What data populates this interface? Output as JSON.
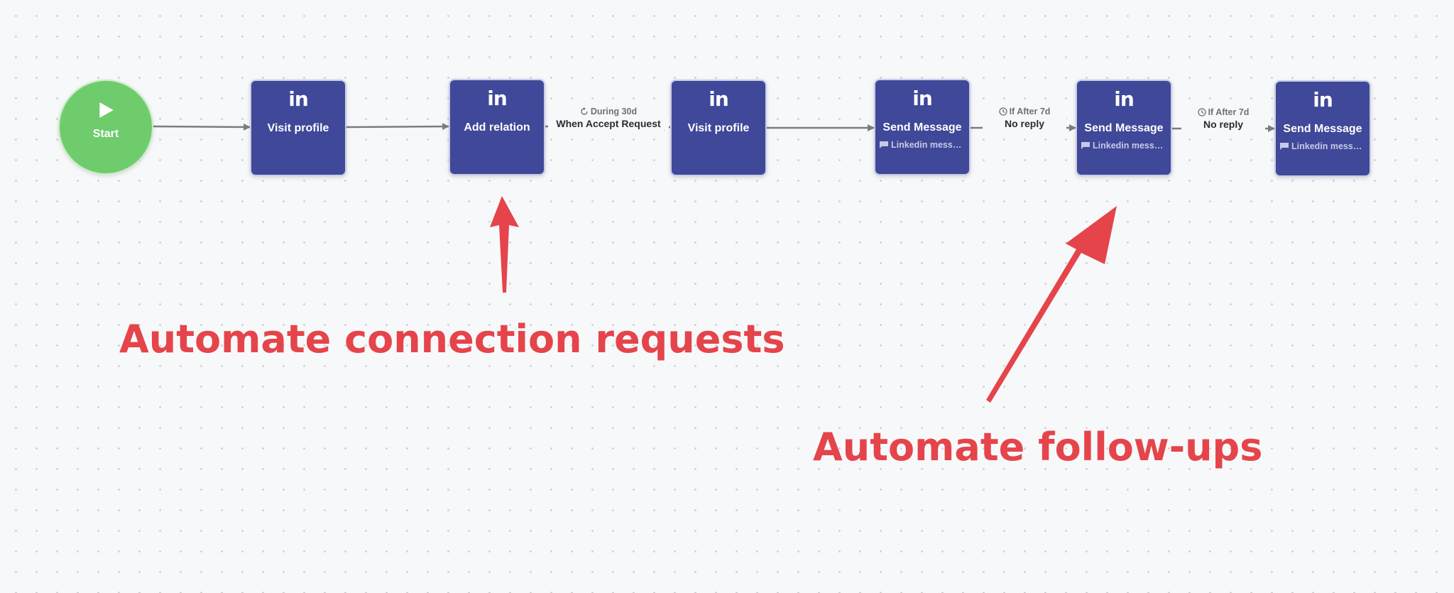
{
  "workflow": {
    "start": {
      "label": "Start",
      "icon": "play-icon"
    },
    "steps": [
      {
        "id": "visit-profile-1",
        "icon": "linkedin-icon",
        "icon_text": "in",
        "title": "Visit profile",
        "subtitle": ""
      },
      {
        "id": "add-relation",
        "icon": "linkedin-icon",
        "icon_text": "in",
        "title": "Add relation",
        "subtitle": ""
      },
      {
        "id": "visit-profile-2",
        "icon": "linkedin-icon",
        "icon_text": "in",
        "title": "Visit profile",
        "subtitle": ""
      },
      {
        "id": "send-message-1",
        "icon": "linkedin-icon",
        "icon_text": "in",
        "title": "Send Message",
        "subtitle": "Linkedin messa..."
      },
      {
        "id": "send-message-2",
        "icon": "linkedin-icon",
        "icon_text": "in",
        "title": "Send Message",
        "subtitle": "Linkedin messa..."
      },
      {
        "id": "send-message-3",
        "icon": "linkedin-icon",
        "icon_text": "in",
        "title": "Send Message",
        "subtitle": "Linkedin messa..."
      }
    ],
    "edges": [
      {
        "from": "add-relation",
        "to": "visit-profile-2",
        "condition_icon": "refresh-icon",
        "condition": "During 30d",
        "label": "When Accept Request"
      },
      {
        "from": "send-message-1",
        "to": "send-message-2",
        "condition_icon": "clock-icon",
        "condition": "If After 7d",
        "label": "No reply"
      },
      {
        "from": "send-message-2",
        "to": "send-message-3",
        "condition_icon": "clock-icon",
        "condition": "If After 7d",
        "label": "No reply"
      }
    ]
  },
  "annotations": {
    "connection_requests": "Automate connection requests",
    "follow_ups": "Automate follow-ups"
  },
  "colors": {
    "start_node": "#6fcc6c",
    "step_node": "#3f4899",
    "connector": "#7a7d84",
    "annotation": "#e5444b"
  }
}
